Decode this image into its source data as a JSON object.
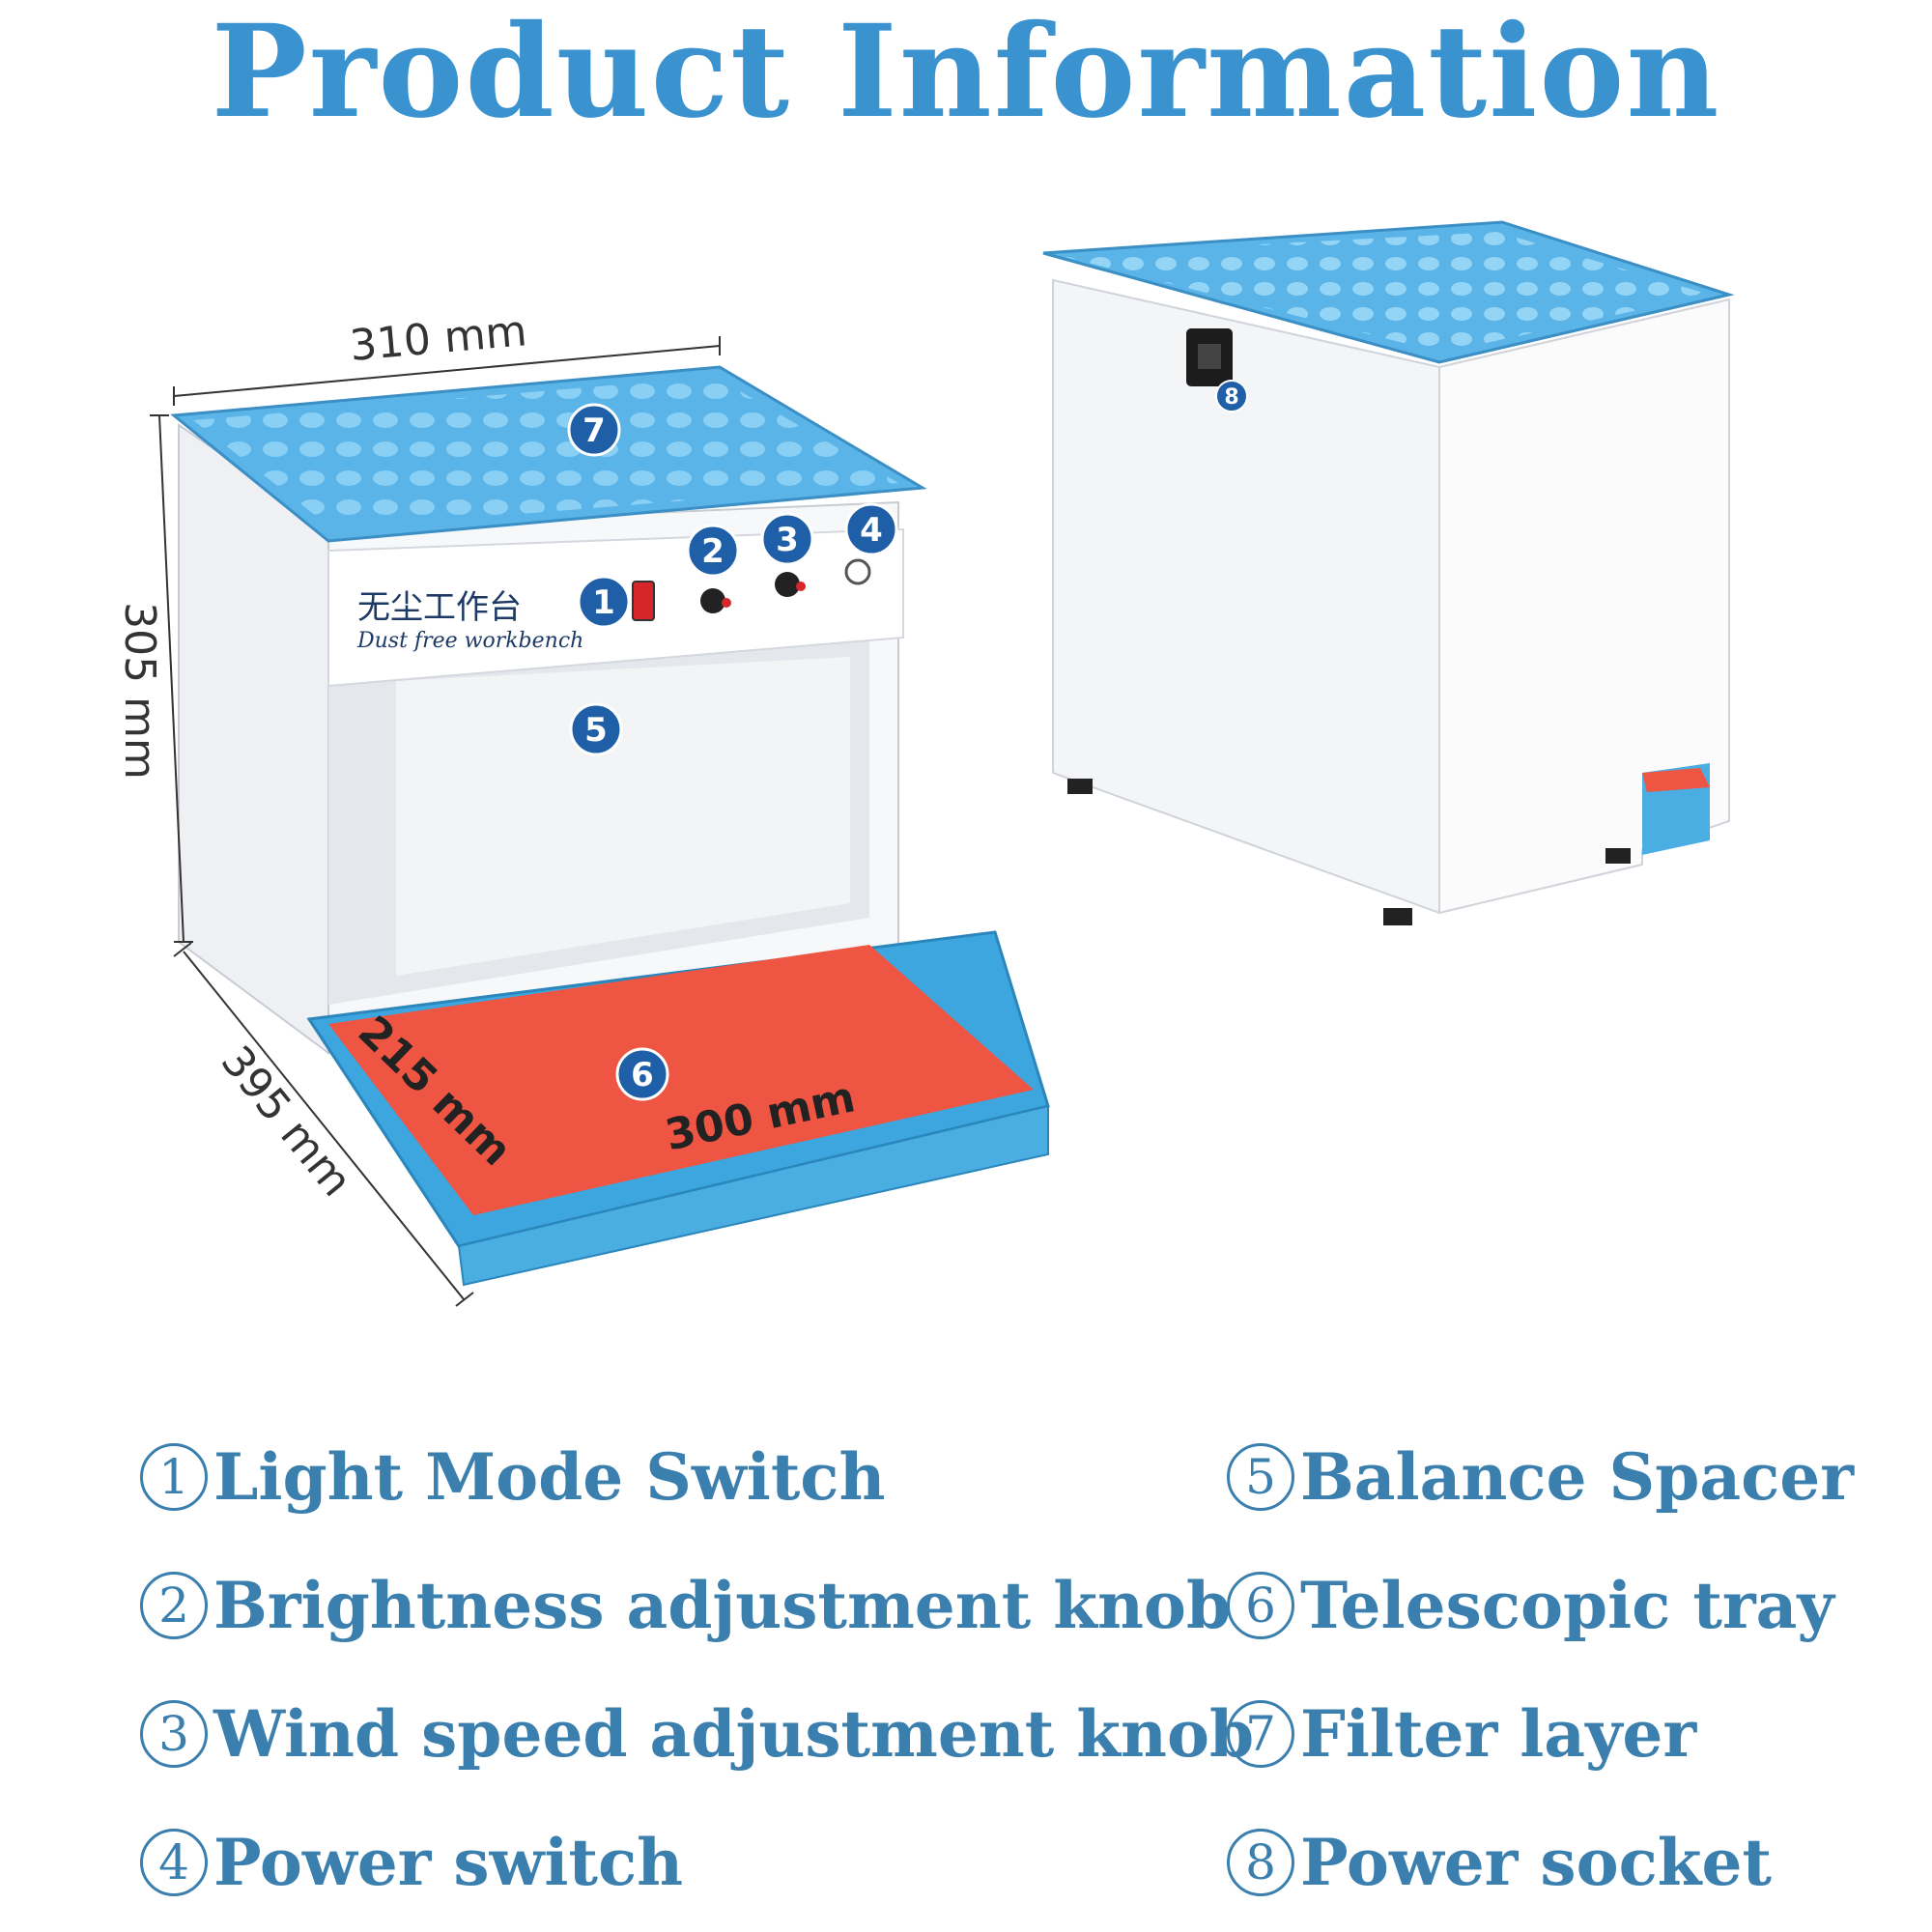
{
  "title": "Product Information",
  "dimensions": {
    "width": "310 mm",
    "height": "305 mm",
    "depth": "395 mm",
    "tray_width": "300 mm",
    "tray_depth": "215 mm"
  },
  "panel": {
    "chinese_label": "无尘工作台",
    "english_label": "Dust free workbench"
  },
  "callouts": [
    "1",
    "2",
    "3",
    "4",
    "5",
    "6",
    "7",
    "8"
  ],
  "legend": [
    {
      "num": "1",
      "label": "Light Mode Switch"
    },
    {
      "num": "2",
      "label": "Brightness adjustment knob"
    },
    {
      "num": "3",
      "label": "Wind speed adjustment knob"
    },
    {
      "num": "4",
      "label": "Power switch"
    },
    {
      "num": "5",
      "label": "Balance Spacer"
    },
    {
      "num": "6",
      "label": "Telescopic tray"
    },
    {
      "num": "7",
      "label": "Filter layer"
    },
    {
      "num": "8",
      "label": "Power socket"
    }
  ],
  "colors": {
    "title": "#3a92cf",
    "legend_text": "#3a7fae",
    "top_blue": "#5ab4e8",
    "tray_red": "#ee5542",
    "callout_blue": "#1f5fa8",
    "body_white": "#f7f8fa"
  }
}
